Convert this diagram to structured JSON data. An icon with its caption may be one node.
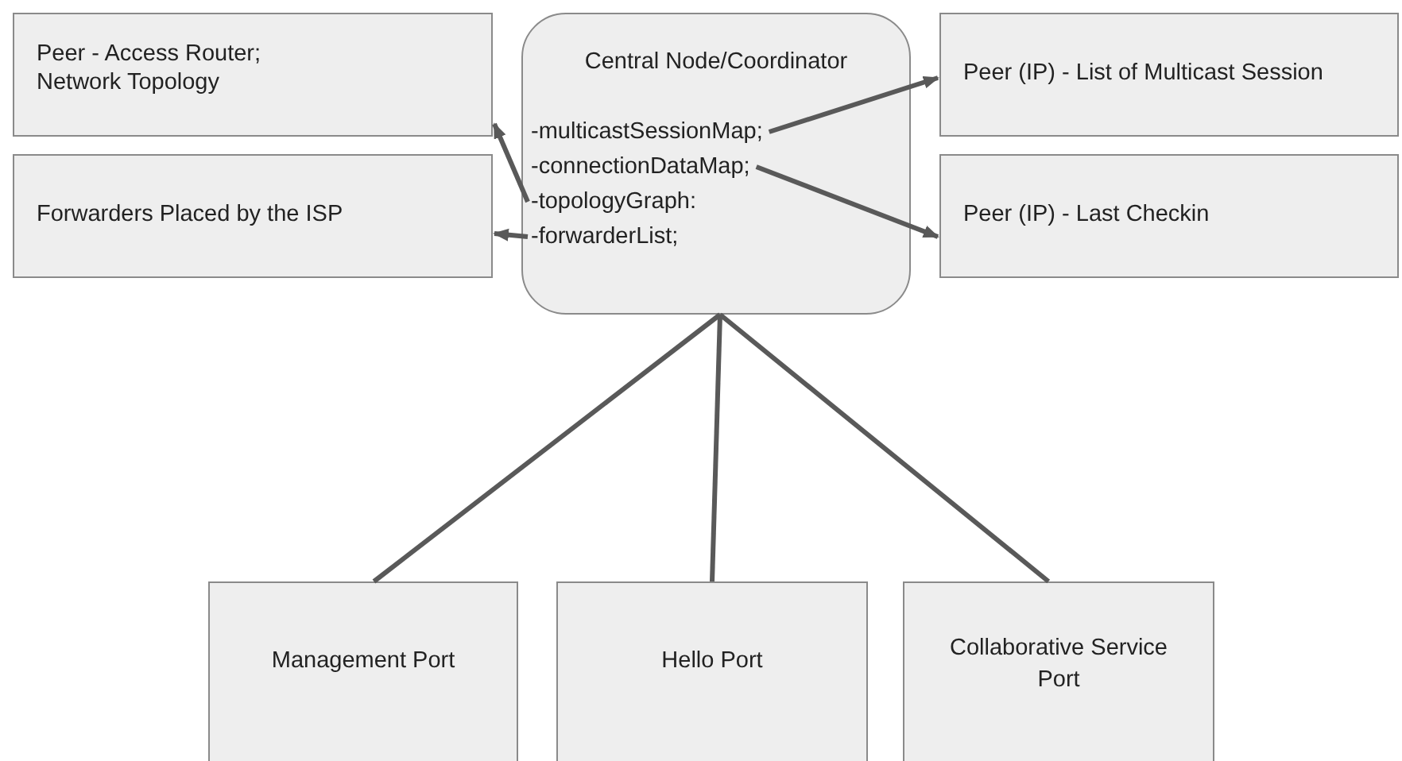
{
  "diagram": {
    "nodes": [
      {
        "text": [
          "Peer - Access Router; Network Topology"
        ]
      },
      {
        "text": [
          "Forwarders Placed by the ISP"
        ]
      },
      {
        "text": [
          "Central Node/Coordinator"
        ]
      },
      {
        "text": [
          "-multicastSessionMap;"
        ],
        "in": 2
      },
      {
        "text": [
          "-connectionDataMap;"
        ],
        "in": 2
      },
      {
        "text": [
          "-topologyGraph:"
        ],
        "in": 2
      },
      {
        "text": [
          "-forwarderList;"
        ],
        "in": 2
      },
      {
        "text": [
          "Peer (IP) - List of Multicast Session"
        ]
      },
      {
        "text": [
          "Peer (IP) - Last Checkin"
        ]
      },
      {
        "text": [
          "Management Port"
        ]
      },
      {
        "text": [
          "Hello Port"
        ]
      },
      {
        "text": [
          "Collaborative Service Port"
        ]
      }
    ],
    "edges": [
      {
        "from": 3,
        "to": 7,
        "arrow": "to"
      },
      {
        "from": 4,
        "to": 8,
        "arrow": "to"
      },
      {
        "from": 5,
        "to": 0,
        "arrow": "to"
      },
      {
        "from": 6,
        "to": 1,
        "arrow": "to"
      },
      {
        "from": 2,
        "to": 9,
        "arrow": "none"
      },
      {
        "from": 2,
        "to": 10,
        "arrow": "none"
      },
      {
        "from": 2,
        "to": 11,
        "arrow": "none"
      }
    ]
  }
}
